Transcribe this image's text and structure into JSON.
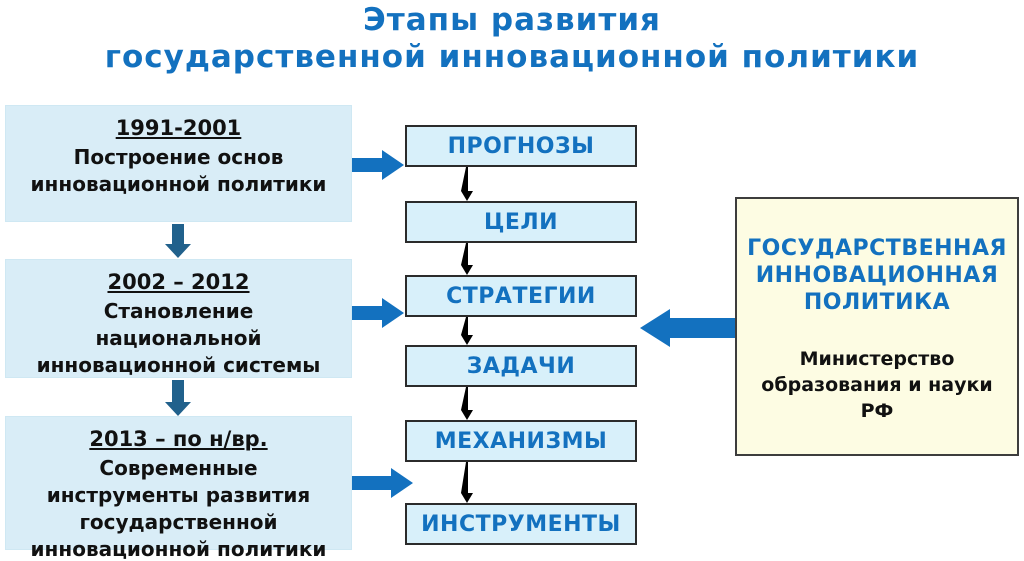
{
  "slide": {
    "title_line1": "Этапы развития",
    "title_line2": "государственной инновационной политики"
  },
  "stages": [
    {
      "period": "1991-2001",
      "description": "Построение основ инновационной политики"
    },
    {
      "period": "2002 – 2012",
      "description": "Становление национальной инновационной системы"
    },
    {
      "period": "2013 – по н/вр.",
      "description": "Современные инструменты развития государственной инновационной политики"
    }
  ],
  "flow_steps": [
    "ПРОГНОЗЫ",
    "ЦЕЛИ",
    "СТРАТЕГИИ",
    "ЗАДАЧИ",
    "МЕХАНИЗМЫ",
    "ИНСТРУМЕНТЫ"
  ],
  "policy_box": {
    "line1": "ГОСУДАРСТВЕННАЯ",
    "line2": "ИННОВАЦИОННАЯ",
    "line3": "ПОЛИТИКА",
    "subtitle": "Министерство образования и науки РФ"
  },
  "colors": {
    "accent_blue": "#1371bf",
    "steel_arrow": "#21618c",
    "stage_box_fill": "#d9edf7",
    "flow_box_fill": "#d8f0fa",
    "flow_box_border": "#2b2b2b",
    "policy_box_fill": "#fdfce3",
    "policy_box_border": "#3d3d3d",
    "connector_black": "#000000",
    "text_black": "#111111",
    "background": "#ffffff"
  }
}
